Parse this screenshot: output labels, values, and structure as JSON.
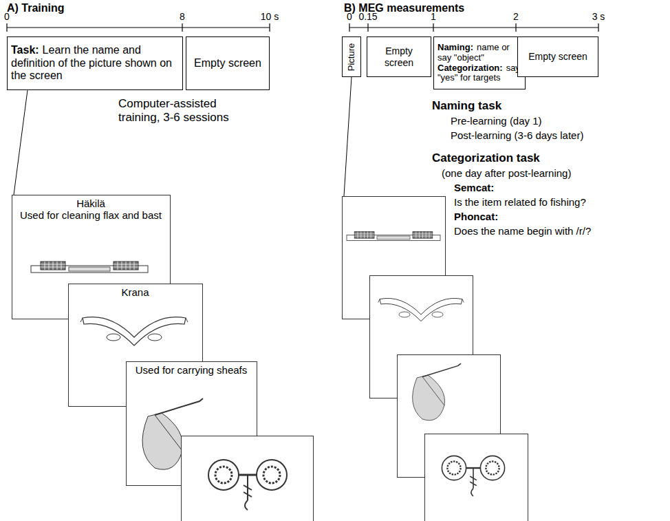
{
  "diagram": {
    "nodes": [
      {
        "text": [
          "Task:",
          "Learn the name and definition of the picture shown on the screen"
        ]
      },
      {
        "text": [
          "Empty screen"
        ]
      },
      {
        "text": [
          "Häkilä",
          "Used for cleaning flax and bast"
        ]
      },
      {
        "text": [
          "Krana"
        ]
      },
      {
        "text": [
          "Used for carrying sheafs"
        ]
      },
      {
        "text": [
          "Picture"
        ]
      },
      {
        "text": [
          "Empty screen"
        ]
      },
      {
        "text": [
          "Naming:",
          "name or say \"object\"",
          "Categorization:",
          "say \"yes\" for targets"
        ]
      },
      {
        "text": [
          "Empty screen"
        ]
      }
    ],
    "edges": [
      {
        "from": 0,
        "to": 2,
        "arrow": "none"
      }
    ],
    "labels": [
      "A) Training",
      "B) MEG measurements",
      "0",
      "8",
      "10 s",
      "Computer-assisted training, 3-6 sessions",
      "0",
      "0.15",
      "1",
      "2",
      "3 s",
      "Naming task",
      "Pre-learning (day 1)",
      "Post-learning (3-6 days later)",
      "Categorization task",
      "(one day after post-learning)",
      "Semcat:",
      "Is the item related fo fishing?",
      "Phoncat:",
      "Does the name begin with /r/?"
    ]
  }
}
